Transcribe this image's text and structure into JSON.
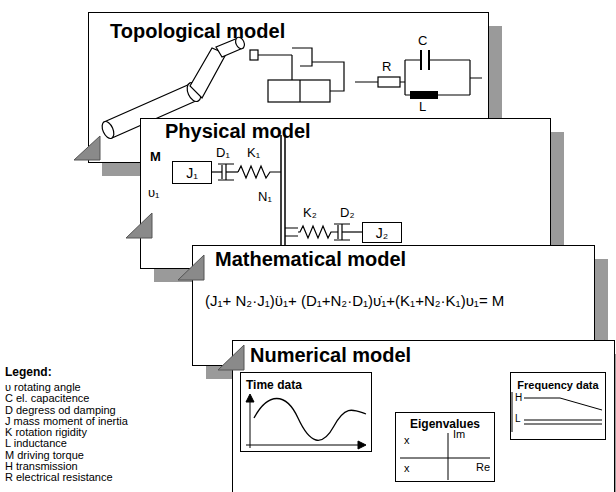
{
  "diagram": {
    "nodes": [
      {
        "text": [
          "Topological model"
        ]
      },
      {
        "text": [
          "Physical model"
        ]
      },
      {
        "text": [
          "Mathematical model"
        ]
      },
      {
        "text": [
          "Numerical model"
        ]
      },
      {
        "text": [
          "J₁"
        ],
        "in": 1
      },
      {
        "text": [
          "J₂"
        ],
        "in": 1
      },
      {
        "text": [
          "Time data"
        ],
        "in": 3
      },
      {
        "text": [
          "Eigenvalues"
        ],
        "in": 3
      },
      {
        "text": [
          "Frequency data"
        ],
        "in": 3
      }
    ],
    "labels": [
      "C",
      "R",
      "L",
      "M",
      "υ₁",
      "D₁",
      "K₁",
      "N₁",
      "K₂",
      "D₂",
      "(J₁+ N₂·J₁)ϋ₁+ (D₁+N₂·D₁)υ̇₁+(K₁+N₂·K₁)υ₁= M",
      "x",
      "x",
      "Im",
      "Re",
      "H",
      "L",
      "Legend:"
    ],
    "legend": [
      {
        "text": "υ rotating angle"
      },
      {
        "text": "C el. capacitence"
      },
      {
        "text": "D degress od damping"
      },
      {
        "text": "J mass moment of inertia"
      },
      {
        "text": "K rotation rigidity"
      },
      {
        "text": "L inductance"
      },
      {
        "text": "M driving torque"
      },
      {
        "text": "H transmission"
      },
      {
        "text": "R electrical resistance"
      }
    ]
  }
}
